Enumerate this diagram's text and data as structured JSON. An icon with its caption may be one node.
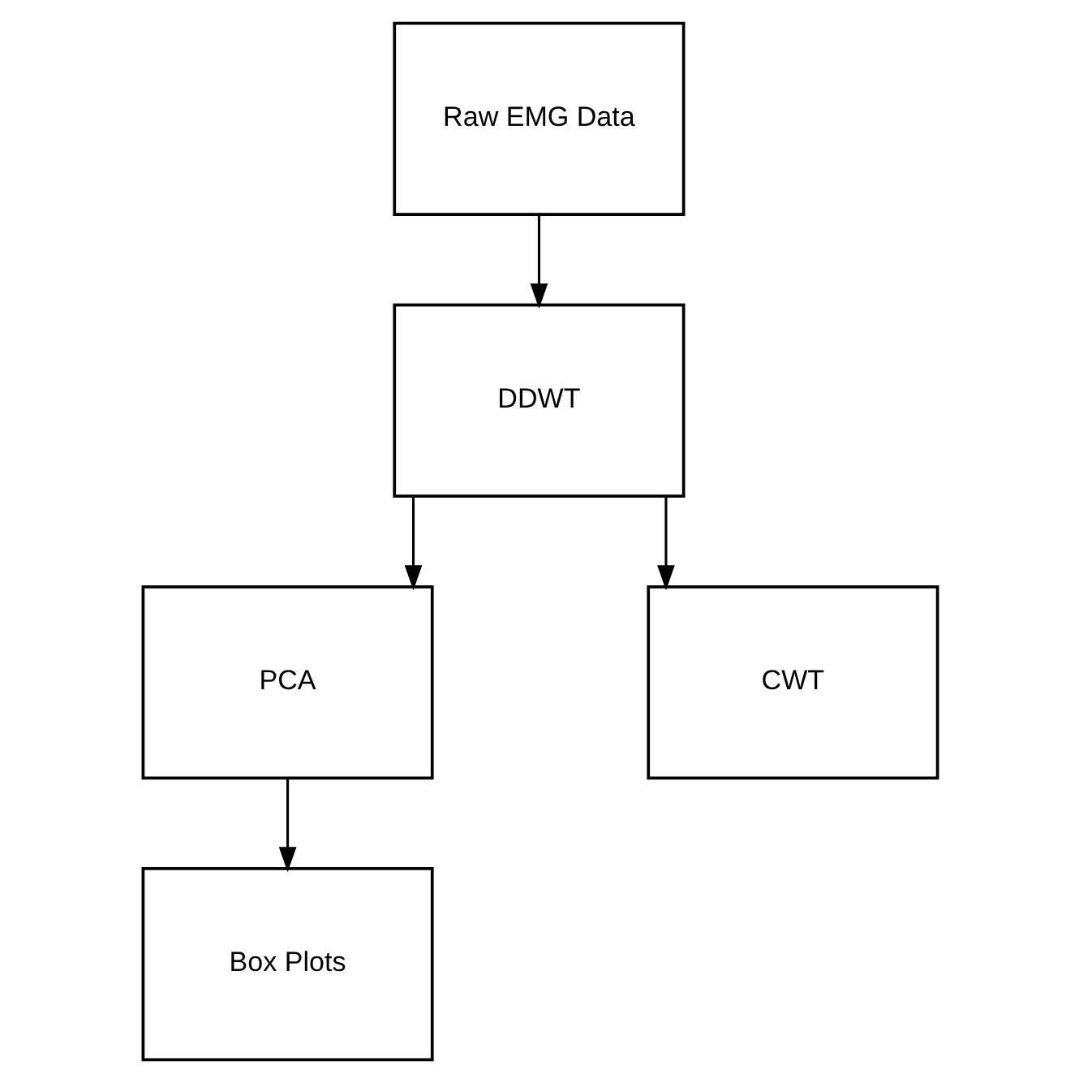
{
  "diagram": {
    "nodes": [
      {
        "text": [
          "Raw EMG Data"
        ]
      },
      {
        "text": [
          "DDWT"
        ]
      },
      {
        "text": [
          "PCA"
        ]
      },
      {
        "text": [
          "CWT"
        ]
      },
      {
        "text": [
          "Box Plots"
        ]
      }
    ],
    "edges": [
      {
        "from": 0,
        "to": 1,
        "arrow": "to"
      },
      {
        "from": 1,
        "to": 2,
        "arrow": "to"
      },
      {
        "from": 1,
        "to": 3,
        "arrow": "to"
      },
      {
        "from": 2,
        "to": 4,
        "arrow": "to"
      }
    ]
  }
}
